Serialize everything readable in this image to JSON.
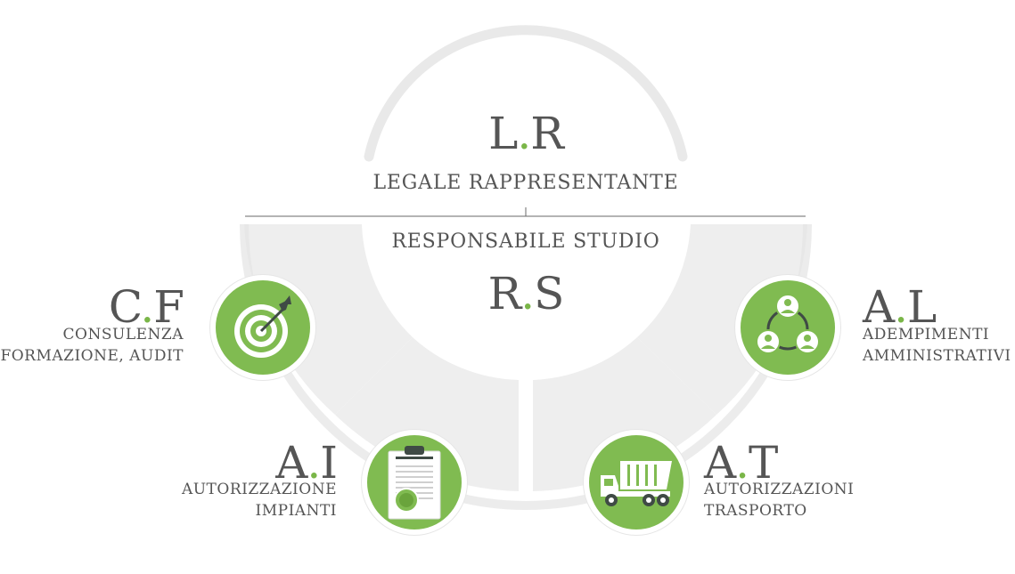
{
  "top": {
    "abbr_prefix": "L",
    "abbr_dot": ".",
    "abbr_suffix": "R",
    "title": "LEGALE RAPPRESENTANTE"
  },
  "center": {
    "title": "RESPONSABILE STUDIO",
    "abbr_prefix": "R",
    "abbr_dot": ".",
    "abbr_suffix": "S"
  },
  "nodes": [
    {
      "abbr_prefix": "C",
      "abbr_dot": ".",
      "abbr_suffix": "F",
      "line1": "CONSULENZA",
      "line2": "FORMAZIONE, AUDIT",
      "icon": "target-icon"
    },
    {
      "abbr_prefix": "A",
      "abbr_dot": ".",
      "abbr_suffix": "I",
      "line1": "AUTORIZZAZIONE",
      "line2": "IMPIANTI",
      "icon": "clipboard-icon"
    },
    {
      "abbr_prefix": "A",
      "abbr_dot": ".",
      "abbr_suffix": "T",
      "line1": "AUTORIZZAZIONI",
      "line2": "TRASPORTO",
      "icon": "truck-icon"
    },
    {
      "abbr_prefix": "A",
      "abbr_dot": ".",
      "abbr_suffix": "L",
      "line1": "ADEMPIMENTI",
      "line2": "AMMINISTRATIVI",
      "icon": "people-network-icon"
    }
  ],
  "colors": {
    "accent": "#80bb51",
    "text": "#555555",
    "ring": "#e9e9e9",
    "segment": "#eeeeee"
  }
}
